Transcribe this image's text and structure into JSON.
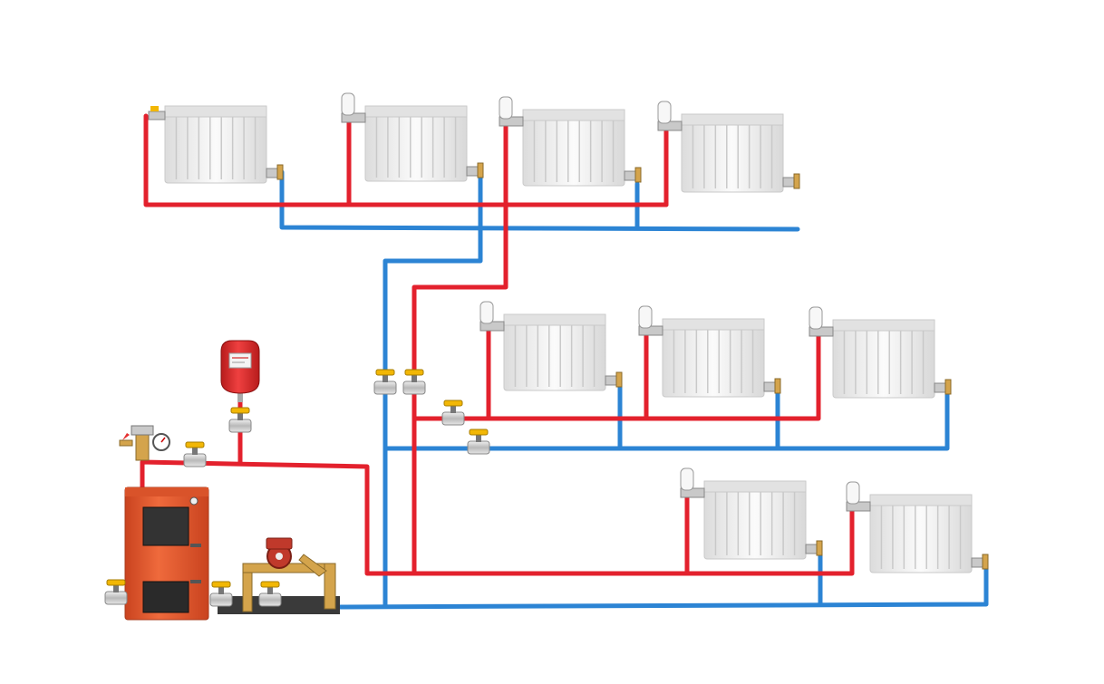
{
  "diagram": {
    "kind": "two-pipe heating system schematic",
    "colors": {
      "supply": "#e3212d",
      "return": "#2c84d4",
      "boiler": "#e8572a",
      "boiler_dark": "#2a2a2a",
      "radiator": "#eeeeee",
      "radiator_line": "#c9c9c9",
      "valve": "#c9c9c9",
      "valve_handle": "#f2b705",
      "expansion_tank": "#e53030",
      "pump": "#c0392b",
      "fitting_brass": "#d4a44c"
    },
    "radiator_counts": {
      "top_floor": 4,
      "middle_floor": 3,
      "ground_floor": 2
    },
    "components": [
      "boiler",
      "expansion-tank",
      "circulation-pump",
      "safety-group",
      "ball-valves",
      "thermostatic-valves",
      "radiators"
    ]
  }
}
